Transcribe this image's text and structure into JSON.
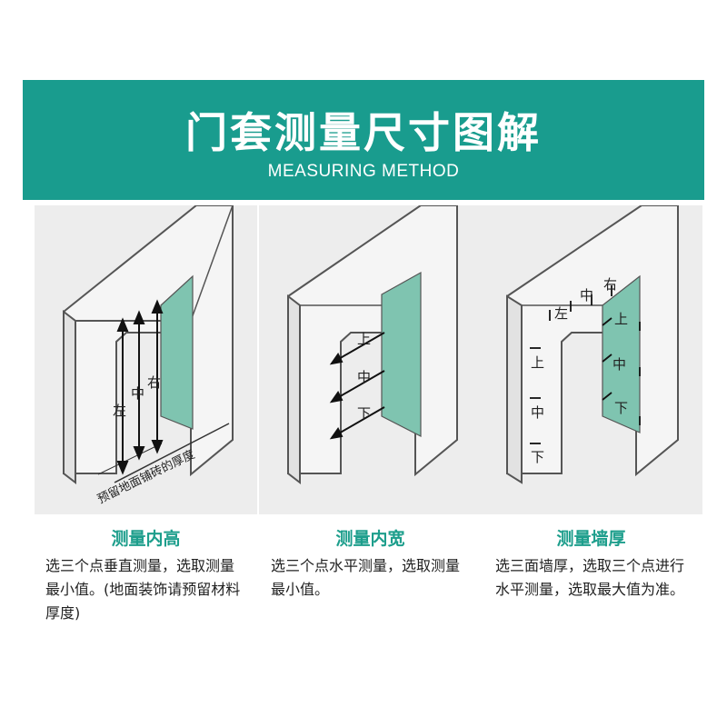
{
  "header": {
    "title": "门套测量尺寸图解",
    "subtitle": "MEASURING METHOD"
  },
  "panels": [
    {
      "diagram_labels": {
        "left": "左",
        "middle": "中",
        "right": "右",
        "floor_note": "预留地面铺砖的厚度"
      },
      "title": "测量内高",
      "description": "选三个点垂直测量，选取测量最小值。(地面装饰请预留材料厚度)"
    },
    {
      "diagram_labels": {
        "top": "上",
        "middle": "中",
        "bottom": "下"
      },
      "title": "测量内宽",
      "description": "选三个点水平测量，选取测量最小值。"
    },
    {
      "diagram_labels": {
        "left": "左",
        "middle": "中",
        "right": "右",
        "wall_top": "上",
        "wall_middle": "中",
        "wall_bottom": "下",
        "jamb_top": "上",
        "jamb_middle": "中",
        "jamb_bottom": "下"
      },
      "title": "测量墙厚",
      "description": "选三面墙厚，选取三个点进行水平测量，选取最大值为准。"
    }
  ],
  "colors": {
    "accent": "#199c8e",
    "wall": "#7fc4b0",
    "frame_fill": "#f5f5f5",
    "panel_bg": "#ededed"
  }
}
